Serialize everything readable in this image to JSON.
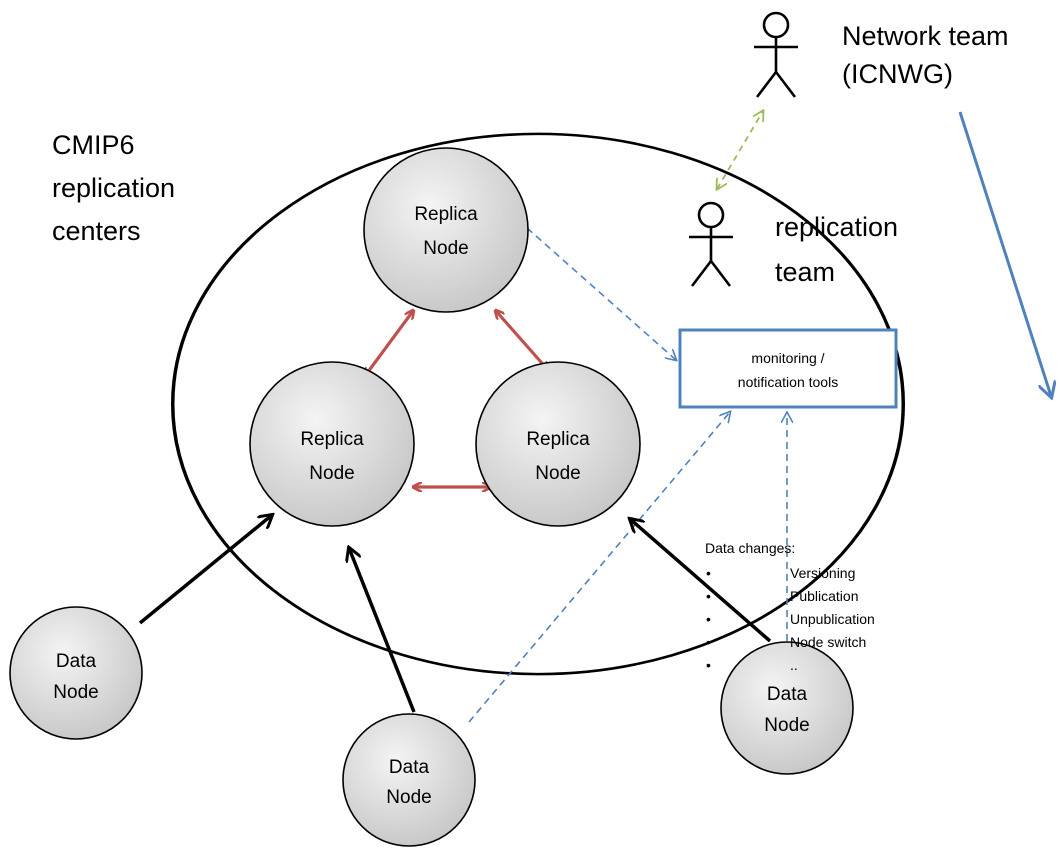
{
  "labels": {
    "cmip6": [
      "CMIP6",
      "replication",
      "centers"
    ],
    "network_team": [
      "Network team",
      "(ICNWG)"
    ],
    "replication_team": [
      "replication",
      "team"
    ]
  },
  "replica_nodes": [
    {
      "line1": "Replica",
      "line2": "Node"
    },
    {
      "line1": "Replica",
      "line2": "Node"
    },
    {
      "line1": "Replica",
      "line2": "Node"
    }
  ],
  "data_nodes": [
    {
      "line1": "Data",
      "line2": "Node"
    },
    {
      "line1": "Data",
      "line2": "Node"
    },
    {
      "line1": "Data",
      "line2": "Node"
    }
  ],
  "monitoring_box": {
    "line1": "monitoring /",
    "line2": "notification tools"
  },
  "data_changes": {
    "title": "Data changes:",
    "bullet": "•",
    "items": [
      "Versioning",
      "Publication",
      "Unpublication",
      "Node switch",
      ".."
    ]
  },
  "colors": {
    "node_fill_light": "#f2f2f2",
    "node_fill_dark": "#c8c8c8",
    "peer_arrow": "#c0504d",
    "data_arrow": "#000000",
    "dashed_link": "#4f81bd",
    "actor_link": "#9bbb59",
    "box_border": "#4f81bd",
    "actor": "#000000"
  }
}
